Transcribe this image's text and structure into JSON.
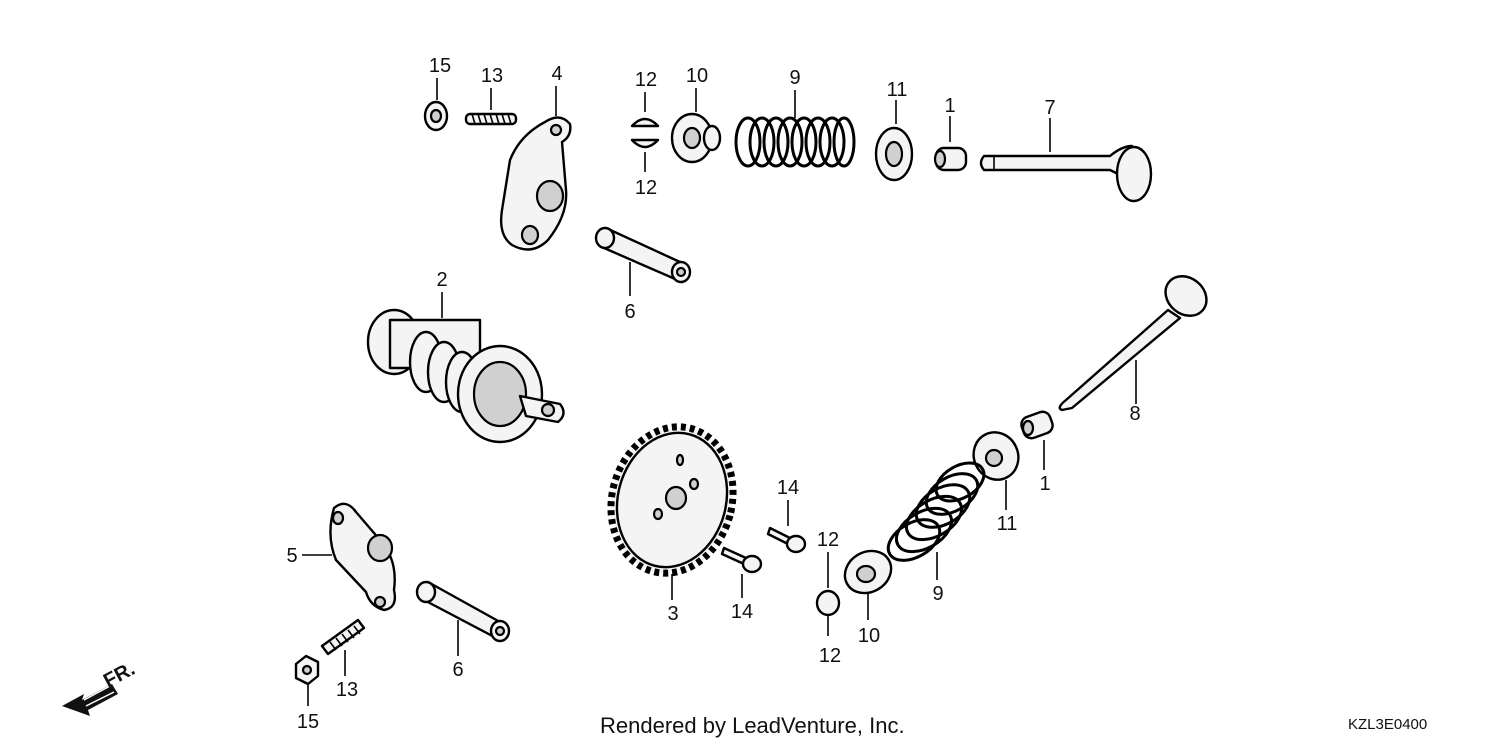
{
  "labels": {
    "l15a": "15",
    "l13a": "13",
    "l4": "4",
    "l12a": "12",
    "l12b": "12",
    "l10a": "10",
    "l9a": "9",
    "l11a": "11",
    "l1a": "1",
    "l7": "7",
    "l6a": "6",
    "l2": "2",
    "l8": "8",
    "l1b": "1",
    "l11b": "11",
    "l9b": "9",
    "l14a": "14",
    "l14b": "14",
    "l12c": "12",
    "l12d": "12",
    "l10b": "10",
    "l3": "3",
    "l5": "5",
    "l6b": "6",
    "l13b": "13",
    "l15b": "15"
  },
  "direction_label": "FR.",
  "footer": "Rendered by LeadVenture, Inc.",
  "diagram_code": "KZL3E0400",
  "icons": [
    "front-direction-arrow-icon"
  ]
}
